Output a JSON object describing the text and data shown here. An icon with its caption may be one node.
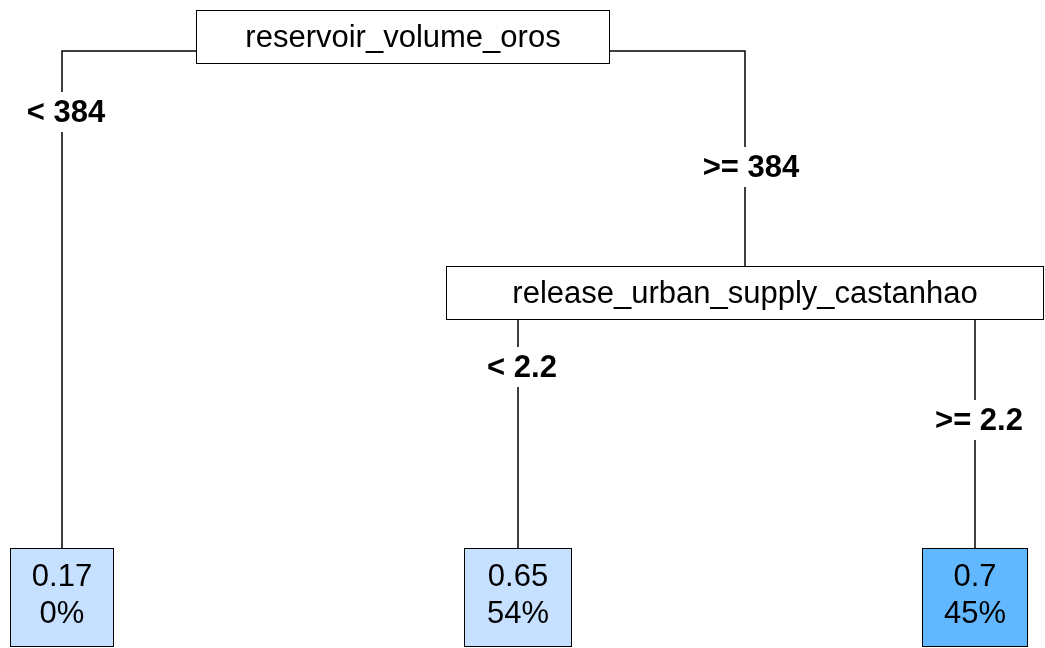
{
  "diagram": {
    "nodes": [
      {
        "text": [
          "reservoir_volume_oros"
        ]
      },
      {
        "text": [
          "release_urban_supply_castanhao"
        ]
      },
      {
        "text": [
          "0.17",
          "0%"
        ]
      },
      {
        "text": [
          "0.65",
          "54%"
        ]
      },
      {
        "text": [
          "0.7",
          "45%"
        ]
      }
    ],
    "edges": [
      {
        "from": 0,
        "to": 2,
        "arrow": "none",
        "label": "< 384"
      },
      {
        "from": 0,
        "to": 1,
        "arrow": "none",
        "label": ">= 384"
      },
      {
        "from": 1,
        "to": 3,
        "arrow": "none",
        "label": "< 2.2"
      },
      {
        "from": 1,
        "to": 4,
        "arrow": "none",
        "label": ">= 2.2"
      }
    ]
  }
}
